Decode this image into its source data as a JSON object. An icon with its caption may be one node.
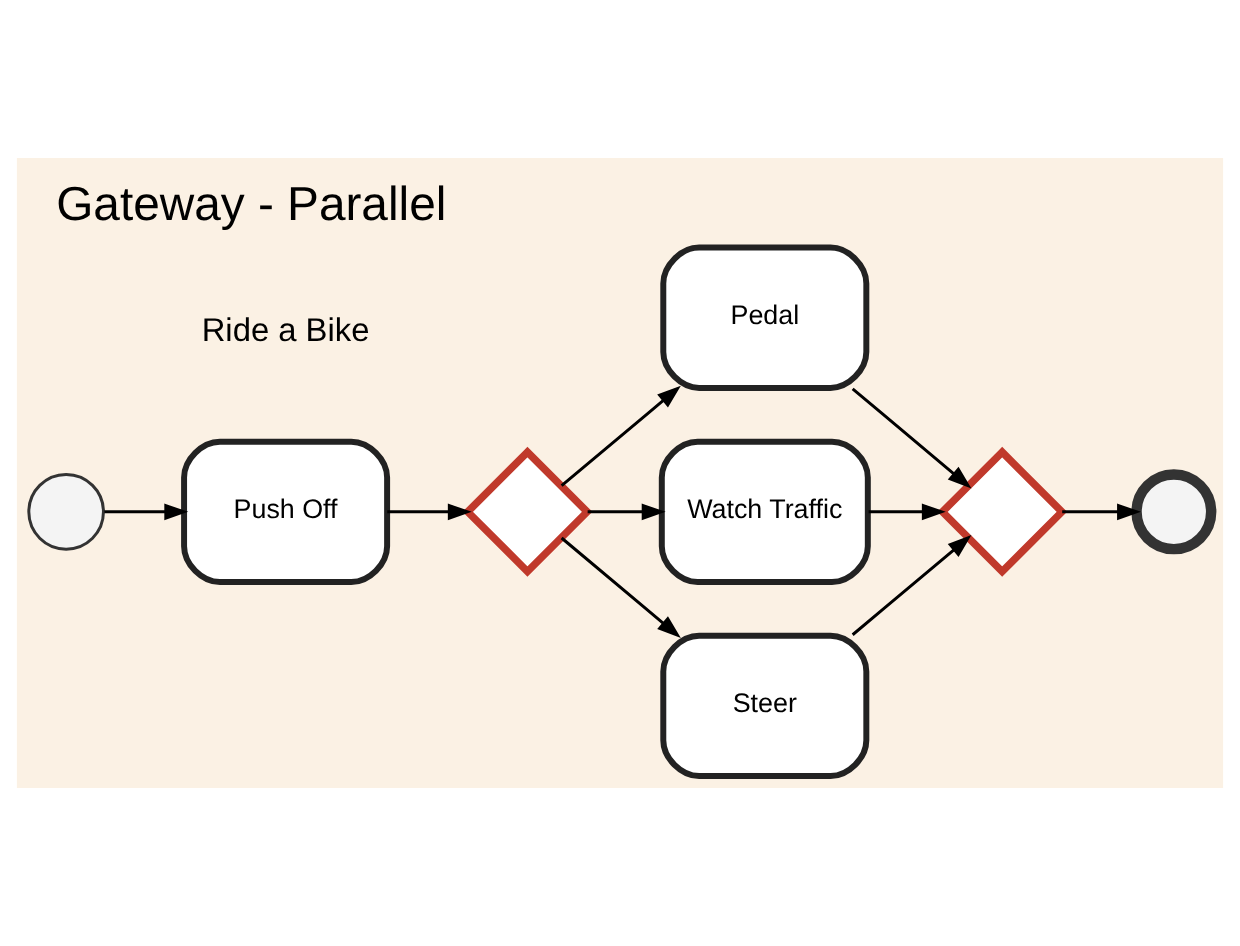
{
  "diagram": {
    "title": "Gateway - Parallel",
    "nodes": [
      {
        "text": [],
        "shape": "circle"
      },
      {
        "text": [
          "Push Off"
        ]
      },
      {
        "text": [],
        "shape": "diamond"
      },
      {
        "text": [
          "Pedal"
        ]
      },
      {
        "text": [
          "Watch Traffic"
        ]
      },
      {
        "text": [
          "Steer"
        ]
      },
      {
        "text": [],
        "shape": "diamond"
      },
      {
        "text": [],
        "shape": "circle"
      }
    ],
    "edges": [
      {
        "from": 0,
        "to": 1,
        "arrow": "to"
      },
      {
        "from": 1,
        "to": 2,
        "arrow": "to"
      },
      {
        "from": 2,
        "to": 3,
        "arrow": "to"
      },
      {
        "from": 2,
        "to": 4,
        "arrow": "to"
      },
      {
        "from": 2,
        "to": 5,
        "arrow": "to"
      },
      {
        "from": 3,
        "to": 6,
        "arrow": "to"
      },
      {
        "from": 4,
        "to": 6,
        "arrow": "to"
      },
      {
        "from": 5,
        "to": 6,
        "arrow": "to"
      },
      {
        "from": 6,
        "to": 7,
        "arrow": "to"
      }
    ],
    "labels": [
      "Ride a Bike"
    ]
  }
}
